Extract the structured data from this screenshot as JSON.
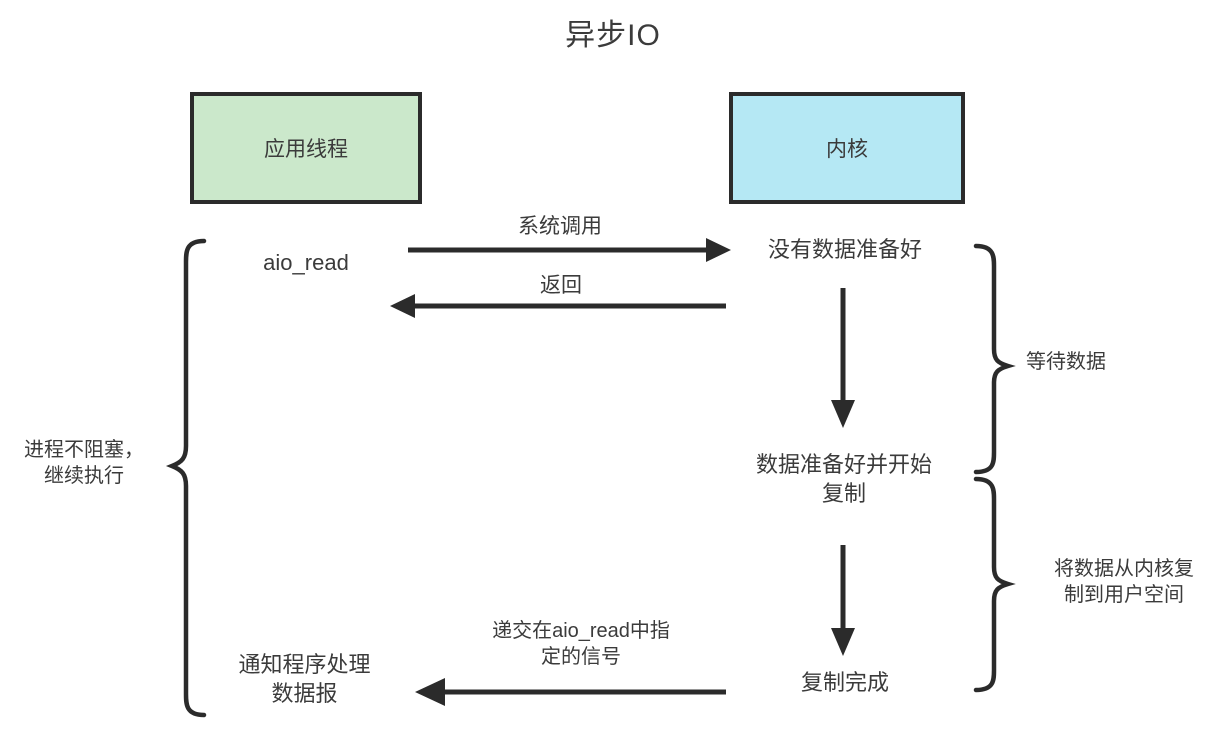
{
  "title": "异步IO",
  "boxes": {
    "app_thread": {
      "label": "应用线程",
      "fill": "#cbe8cb",
      "stroke": "#2b2b2b"
    },
    "kernel": {
      "label": "内核",
      "fill": "#b5e8f4",
      "stroke": "#2b2b2b"
    }
  },
  "nodes": {
    "aio_read": "aio_read",
    "no_data_ready": "没有数据准备好",
    "data_ready_copying": "数据准备好并开始\n复制",
    "copy_done": "复制完成",
    "notify_program": "通知程序处理\n数据报"
  },
  "arrow_labels": {
    "syscall": "系统调用",
    "return": "返回",
    "deliver_signal": "递交在aio_read中指\n定的信号"
  },
  "brace_labels": {
    "process_not_blocked": "进程不阻塞，\n继续执行",
    "waiting_for_data": "等待数据",
    "copy_kernel_to_user": "将数据从内核复\n制到用户空间"
  },
  "colors": {
    "line": "#2b2b2b",
    "text": "#3b3b3b",
    "background": "#ffffff"
  }
}
